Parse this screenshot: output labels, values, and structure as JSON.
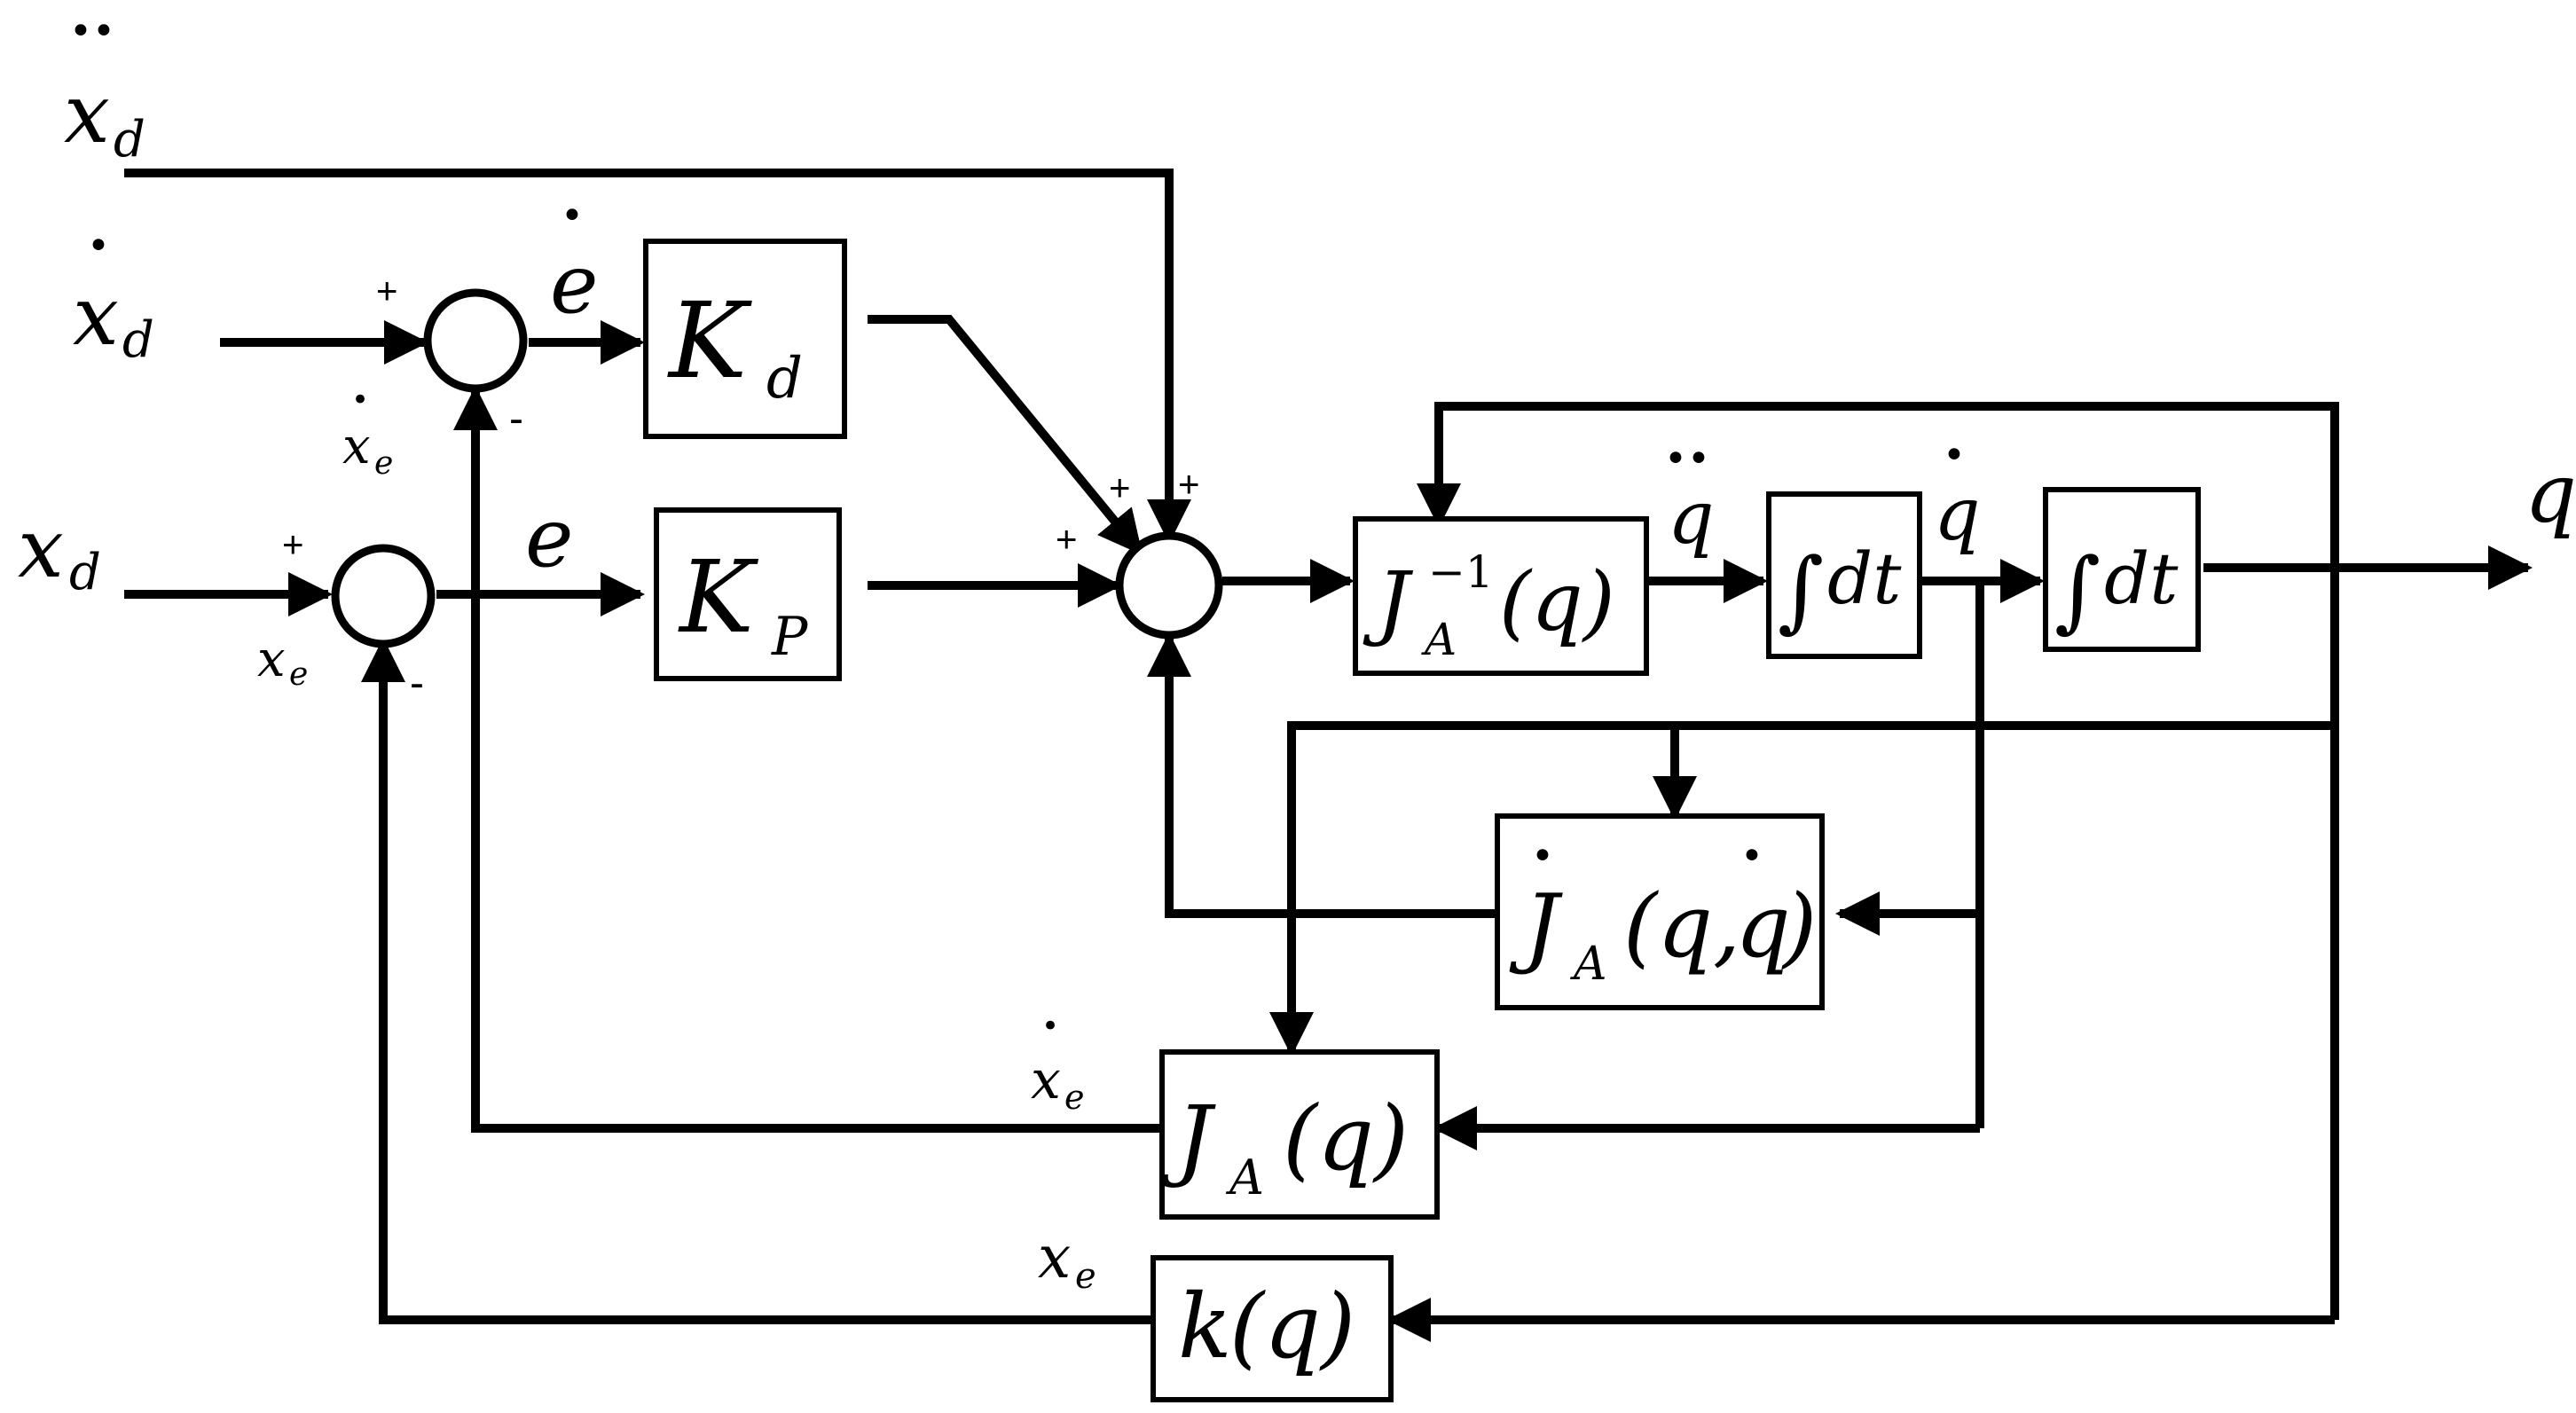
{
  "signals": {
    "xd": "x",
    "xd_sub": "d",
    "xe": "x",
    "xe_sub": "e",
    "e": "e",
    "q": "q",
    "dot1": "•",
    "dot2": "••"
  },
  "blocks": {
    "kd": {
      "main": "K",
      "sub": "d"
    },
    "kp": {
      "main": "K",
      "sub": "P"
    },
    "jinv": {
      "main": "J",
      "sup": "−1",
      "sub": "A",
      "arg": "(q)"
    },
    "int1": {
      "sym": "∫",
      "text": "dt"
    },
    "int2": {
      "sym": "∫",
      "text": "dt"
    },
    "jdot": {
      "main": "J",
      "sub": "A",
      "arg_open": "(q,",
      "arg_q": "q",
      "arg_close": ")"
    },
    "ja": {
      "main": "J",
      "sub": "A",
      "arg": "(q)"
    },
    "k": {
      "main": "k",
      "arg": "(q)"
    }
  },
  "signs": {
    "plus": "+",
    "minus": "-"
  }
}
